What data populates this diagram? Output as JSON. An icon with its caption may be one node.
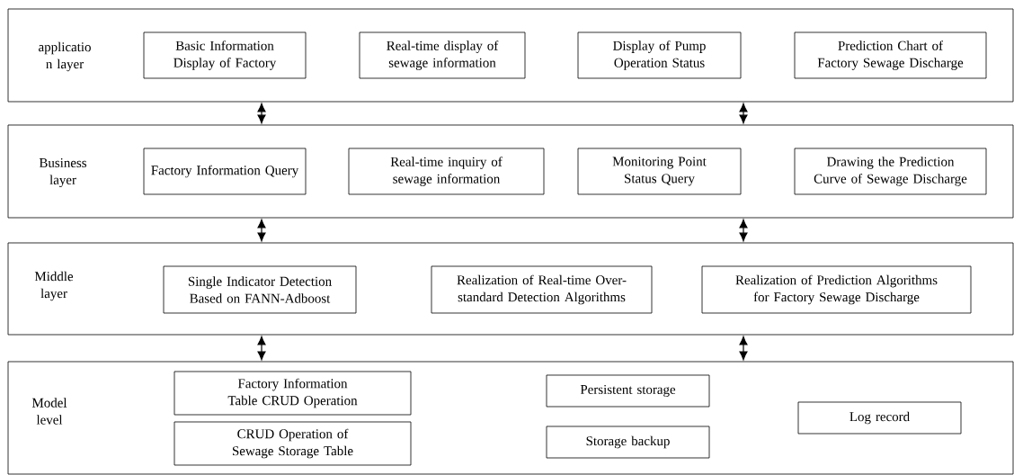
{
  "diagram": {
    "nodes": [
      {
        "text": [
          "applicatio n layer"
        ]
      },
      {
        "text": [
          "Basic Information Display of Factory"
        ],
        "in": 0
      },
      {
        "text": [
          "Real-time display of sewage information"
        ],
        "in": 0
      },
      {
        "text": [
          "Display of Pump Operation Status"
        ],
        "in": 0
      },
      {
        "text": [
          "Prediction Chart of Factory Sewage Discharge"
        ],
        "in": 0
      },
      {
        "text": [
          "Business layer"
        ]
      },
      {
        "text": [
          "Factory Information Query"
        ],
        "in": 5
      },
      {
        "text": [
          "Real-time inquiry of sewage information"
        ],
        "in": 5
      },
      {
        "text": [
          "Monitoring Point Status Query"
        ],
        "in": 5
      },
      {
        "text": [
          "Drawing the Prediction Curve of Sewage Discharge"
        ],
        "in": 5
      },
      {
        "text": [
          "Middle layer"
        ]
      },
      {
        "text": [
          "Single Indicator Detection Based on FANN-Adboost"
        ],
        "in": 10
      },
      {
        "text": [
          "Realization of Real-time Over-standard Detection Algorithms"
        ],
        "in": 10
      },
      {
        "text": [
          "Realization of Prediction Algorithms for Factory Sewage Discharge"
        ],
        "in": 10
      },
      {
        "text": [
          "Model level"
        ]
      },
      {
        "text": [
          "Factory Information Table CRUD Operation"
        ],
        "in": 14
      },
      {
        "text": [
          "CRUD Operation of Sewage Storage Table"
        ],
        "in": 14
      },
      {
        "text": [
          "Persistent storage"
        ],
        "in": 14
      },
      {
        "text": [
          "Storage backup"
        ],
        "in": 14
      },
      {
        "text": [
          "Log record"
        ],
        "in": 14
      }
    ],
    "edges": [
      {
        "from": 0,
        "to": 5,
        "arrow": "both"
      },
      {
        "from": 0,
        "to": 5,
        "arrow": "both"
      },
      {
        "from": 5,
        "to": 10,
        "arrow": "both"
      },
      {
        "from": 5,
        "to": 10,
        "arrow": "both"
      },
      {
        "from": 10,
        "to": 14,
        "arrow": "both"
      },
      {
        "from": 10,
        "to": 14,
        "arrow": "both"
      }
    ]
  }
}
